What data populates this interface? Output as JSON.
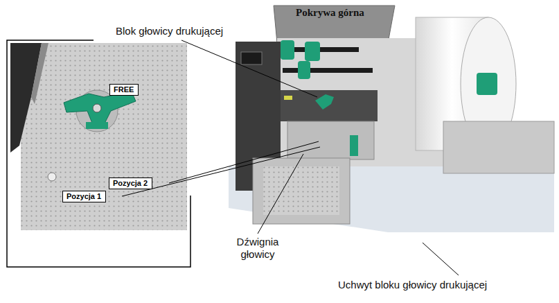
{
  "diagram": {
    "nodes": [
      {
        "text": [
          "FREE"
        ]
      },
      {
        "text": [
          "Pozycja 2"
        ]
      },
      {
        "text": [
          "Pozycja 1"
        ]
      }
    ],
    "labels": [
      "Pokrywa górna",
      "Blok głowicy drukującej",
      "Dźwignia głowicy",
      "Uchwyt bloku głowicy drukującej"
    ]
  }
}
